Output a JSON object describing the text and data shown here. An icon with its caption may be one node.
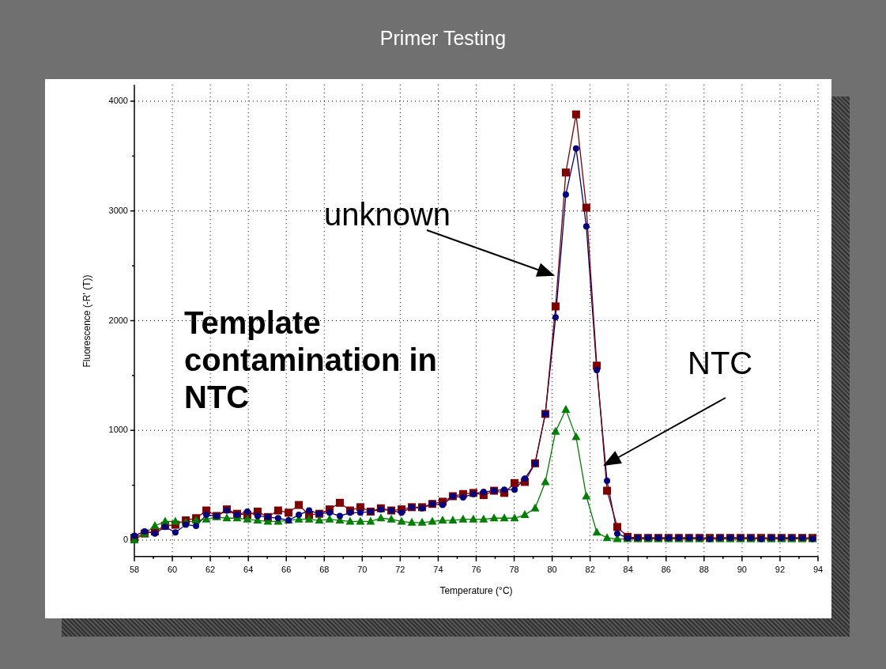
{
  "diagram": {
    "title": "Primer Testing",
    "nodes": [
      {
        "text": [
          "unknown"
        ]
      },
      {
        "text": [
          "NTC"
        ]
      }
    ],
    "edges": [
      {
        "from": 0,
        "to": null,
        "arrow": "to"
      },
      {
        "from": 1,
        "to": null,
        "arrow": "to"
      }
    ],
    "labels": [
      "Template contamination in NTC"
    ],
    "chart_data": {
      "type": "line",
      "xlabel": "Temperature (°C)",
      "ylabel": "Fluorescence (-R' (T))",
      "x": [
        58.0,
        58.54,
        59.08,
        59.62,
        60.16,
        60.71,
        61.25,
        61.79,
        62.33,
        62.87,
        63.41,
        63.95,
        64.49,
        65.03,
        65.57,
        66.12,
        66.66,
        67.2,
        67.74,
        68.28,
        68.82,
        69.36,
        69.9,
        70.44,
        70.98,
        71.53,
        72.07,
        72.61,
        73.15,
        73.69,
        74.23,
        74.77,
        75.31,
        75.85,
        76.39,
        76.94,
        77.48,
        78.02,
        78.56,
        79.1,
        79.64,
        80.18,
        80.72,
        81.26,
        81.8,
        82.35,
        82.89,
        83.43,
        83.97,
        84.51,
        85.05,
        85.59,
        86.13,
        86.67,
        87.21,
        87.76,
        88.3,
        88.84,
        89.38,
        89.92,
        90.46,
        91.0,
        91.54,
        92.08,
        92.62,
        93.17,
        93.71
      ],
      "series": [
        {
          "color": "#000080",
          "marker": "circle",
          "values": [
            40,
            80,
            60,
            120,
            70,
            140,
            130,
            230,
            220,
            270,
            230,
            260,
            220,
            210,
            200,
            180,
            230,
            270,
            240,
            250,
            220,
            250,
            250,
            260,
            280,
            270,
            250,
            300,
            290,
            330,
            320,
            400,
            390,
            420,
            440,
            450,
            460,
            460,
            560,
            700,
            1150,
            2030,
            3150,
            3570,
            2860,
            1550,
            540,
            60,
            20,
            20,
            20,
            20,
            20,
            20,
            20,
            20,
            10,
            20,
            20,
            20,
            20,
            10,
            20,
            20,
            20,
            20,
            10
          ]
        },
        {
          "color": "#800000",
          "marker": "square",
          "values": [
            20,
            60,
            80,
            130,
            140,
            180,
            200,
            270,
            220,
            280,
            240,
            230,
            260,
            210,
            270,
            250,
            320,
            230,
            240,
            280,
            340,
            270,
            300,
            260,
            290,
            270,
            280,
            300,
            300,
            330,
            350,
            400,
            420,
            430,
            410,
            450,
            430,
            520,
            530,
            700,
            1150,
            2130,
            3350,
            3880,
            3030,
            1590,
            450,
            120,
            30,
            20,
            20,
            20,
            20,
            20,
            20,
            20,
            20,
            20,
            20,
            20,
            20,
            20,
            20,
            20,
            20,
            20,
            20
          ]
        },
        {
          "color": "#008000",
          "marker": "triangle",
          "values": [
            0,
            60,
            130,
            170,
            170,
            160,
            180,
            190,
            210,
            200,
            200,
            190,
            180,
            170,
            170,
            180,
            190,
            190,
            180,
            190,
            180,
            170,
            170,
            170,
            200,
            190,
            170,
            160,
            160,
            170,
            180,
            180,
            190,
            190,
            190,
            200,
            200,
            200,
            230,
            290,
            530,
            990,
            1190,
            940,
            400,
            70,
            20,
            10,
            10,
            10,
            10,
            10,
            10,
            10,
            10,
            10,
            10,
            10,
            10,
            10,
            10,
            10,
            10,
            10,
            10,
            10,
            10
          ]
        }
      ],
      "xlim": [
        58,
        94
      ],
      "ylim": [
        -150,
        4150
      ],
      "xticks": [
        58,
        60,
        62,
        64,
        66,
        68,
        70,
        72,
        74,
        76,
        78,
        80,
        82,
        84,
        86,
        88,
        90,
        92,
        94
      ],
      "yticks": [
        0,
        1000,
        2000,
        3000,
        4000
      ],
      "grid": true
    }
  }
}
